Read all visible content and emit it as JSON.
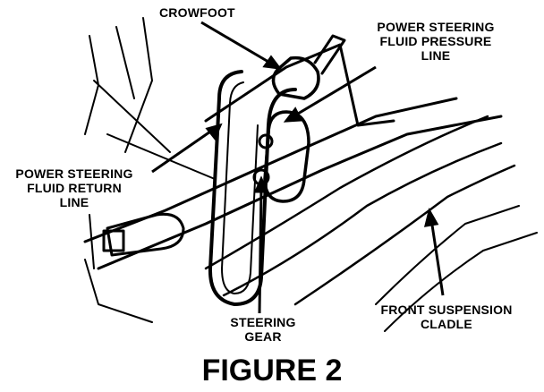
{
  "labels": {
    "crowfoot": "CROWFOOT",
    "pressure_line": [
      "POWER STEERING",
      "FLUID PRESSURE",
      "LINE"
    ],
    "return_line": [
      "POWER STEERING",
      "FLUID RETURN",
      "LINE"
    ],
    "steering_gear": [
      "STEERING",
      "GEAR"
    ],
    "front_suspension": [
      "FRONT SUSPENSION",
      "CLADLE"
    ]
  },
  "caption": "FIGURE 2",
  "colors": {
    "ink": "#000000",
    "paper": "#ffffff"
  }
}
